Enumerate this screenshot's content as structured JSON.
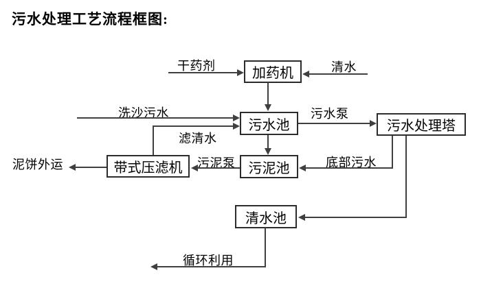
{
  "title": "污水处理工艺流程框图:",
  "nodes": {
    "dosing_machine": "加药机",
    "sewage_pool": "污水池",
    "treatment_tower": "污水处理塔",
    "sludge_pool": "污泥池",
    "belt_filter_press": "带式压滤机",
    "clear_water_pool": "清水池"
  },
  "edge_labels": {
    "dry_chemical": "干药剂",
    "clear_water": "清水",
    "sand_washing_sewage": "洗沙污水",
    "sewage_pump": "污水泵",
    "filtered_water": "滤清水",
    "sludge_pump": "污泥泵",
    "bottom_sewage": "底部污水",
    "mud_cake_out": "泥饼外运",
    "recycle": "循环利用"
  },
  "colors": {
    "line": "#3f3f3f",
    "box_border": "#2b2b2b",
    "text": "#000000",
    "background": "#ffffff"
  }
}
